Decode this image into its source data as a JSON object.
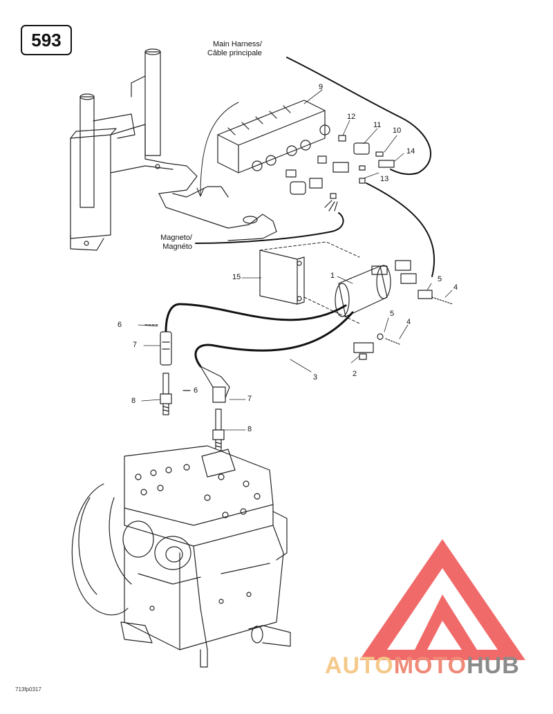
{
  "page": {
    "number": "593",
    "figure_id": "713fp0317"
  },
  "callouts": {
    "main_harness_en": "Main Harness/",
    "main_harness_fr": "Câble principale",
    "magneto_en": "Magneto/",
    "magneto_fr": "Magnéto"
  },
  "part_numbers": {
    "p1": "1",
    "p2": "2",
    "p3": "3",
    "p4a": "4",
    "p4b": "4",
    "p5a": "5",
    "p5b": "5",
    "p6a": "6",
    "p6b": "6",
    "p7a": "7",
    "p7b": "7",
    "p8a": "8",
    "p8b": "8",
    "p9": "9",
    "p10": "10",
    "p11": "11",
    "p12": "12",
    "p13": "13",
    "p14": "14",
    "p15": "15"
  },
  "watermark": {
    "part1": "AUTO",
    "part2": "MOTO",
    "part3": "HUB",
    "colors": {
      "part1": "#f5c98a",
      "part2": "#f08a78",
      "part3": "#8a8a8a",
      "logo": "#f04a4a"
    }
  },
  "icons": [
    "watermark-logo-icon"
  ]
}
